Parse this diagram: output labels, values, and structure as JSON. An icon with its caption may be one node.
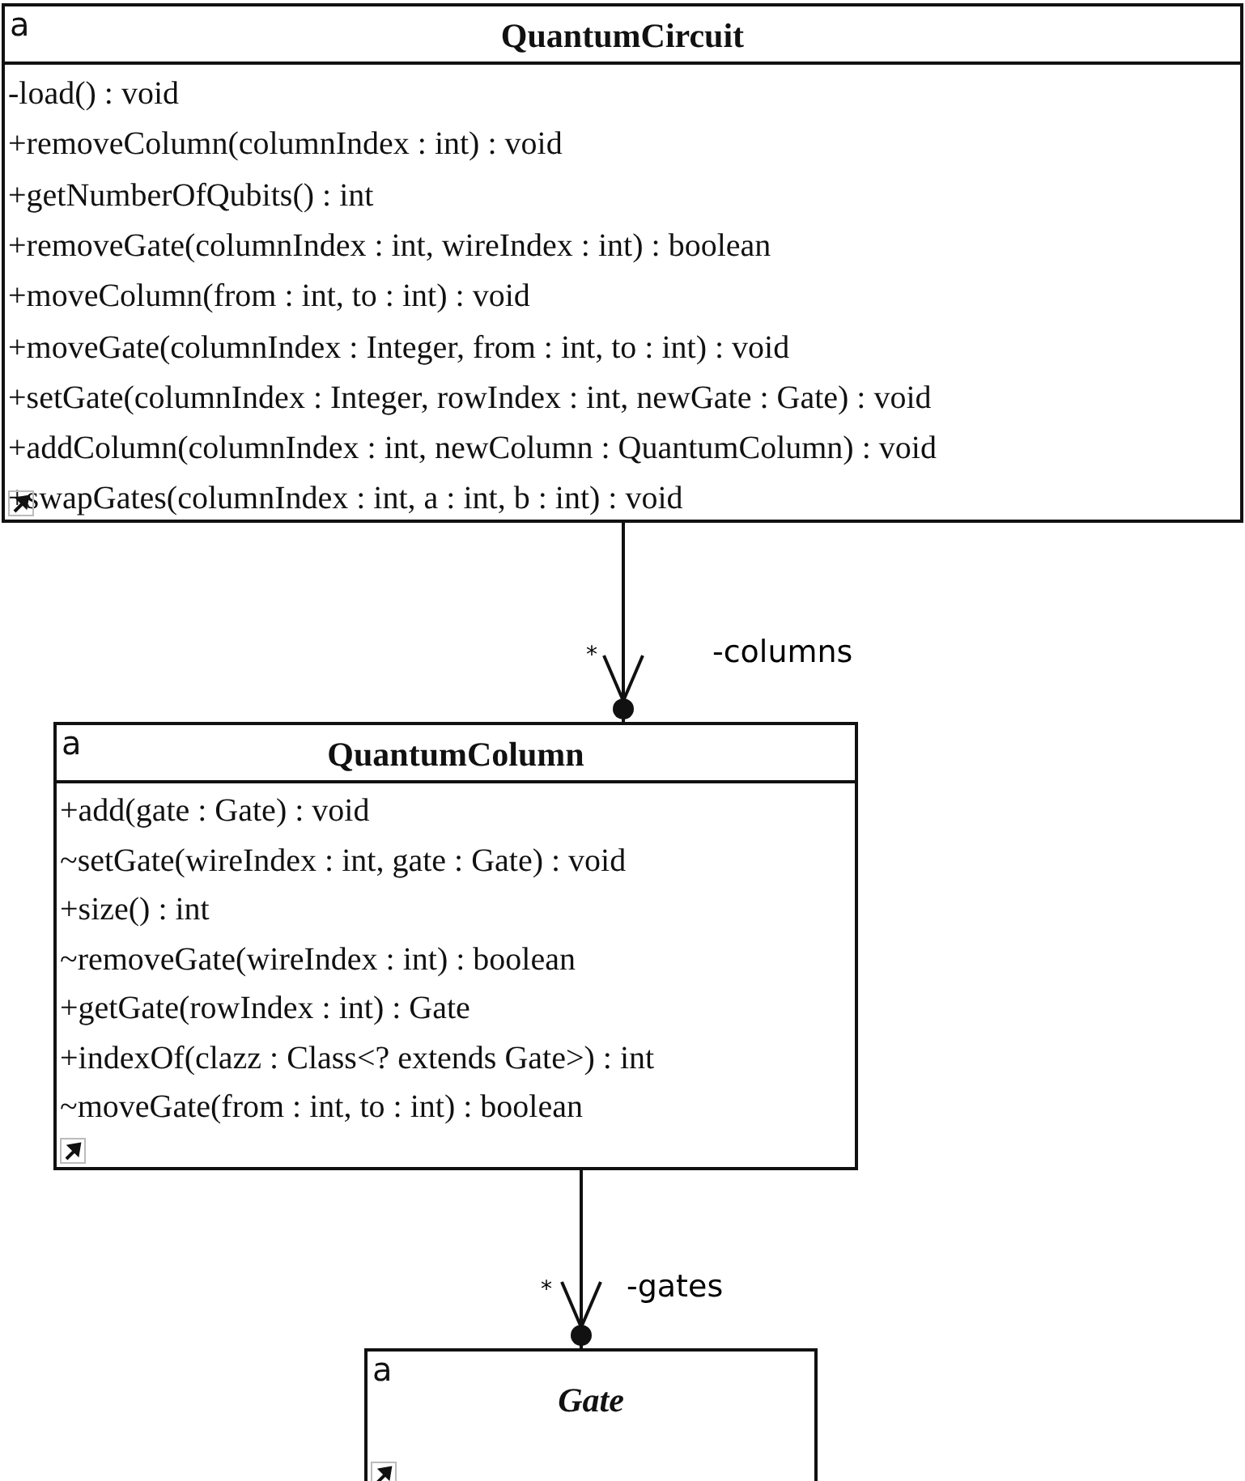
{
  "diagram": {
    "nodes": [
      {
        "text": [
          "a",
          "QuantumCircuit",
          "-load() : void",
          "+removeColumn(columnIndex : int) : void",
          "+getNumberOfQubits() : int",
          "+removeGate(columnIndex : int, wireIndex : int) : boolean",
          "+moveColumn(from : int, to : int) : void",
          "+moveGate(columnIndex : Integer, from : int, to : int) : void",
          "+setGate(columnIndex : Integer, rowIndex : int, newGate : Gate) : void",
          "+addColumn(columnIndex : int, newColumn : QuantumColumn) : void",
          "+swapGates(columnIndex : int, a : int, b : int) : void"
        ]
      },
      {
        "text": [
          "a",
          "QuantumColumn",
          "+add(gate : Gate) : void",
          "~setGate(wireIndex : int, gate : Gate) : void",
          "+size() : int",
          "~removeGate(wireIndex : int) : boolean",
          "+getGate(rowIndex : int) : Gate",
          "+indexOf(clazz : Class<? extends Gate>) : int",
          "~moveGate(from : int, to : int) : boolean"
        ]
      },
      {
        "text": [
          "a",
          "Gate"
        ]
      }
    ],
    "edges": [
      {
        "from": 0,
        "to": 1,
        "arrow": "to",
        "label": "-columns"
      },
      {
        "from": 1,
        "to": 2,
        "arrow": "to",
        "label": "-gates"
      }
    ],
    "labels": [
      "*",
      "*"
    ]
  }
}
